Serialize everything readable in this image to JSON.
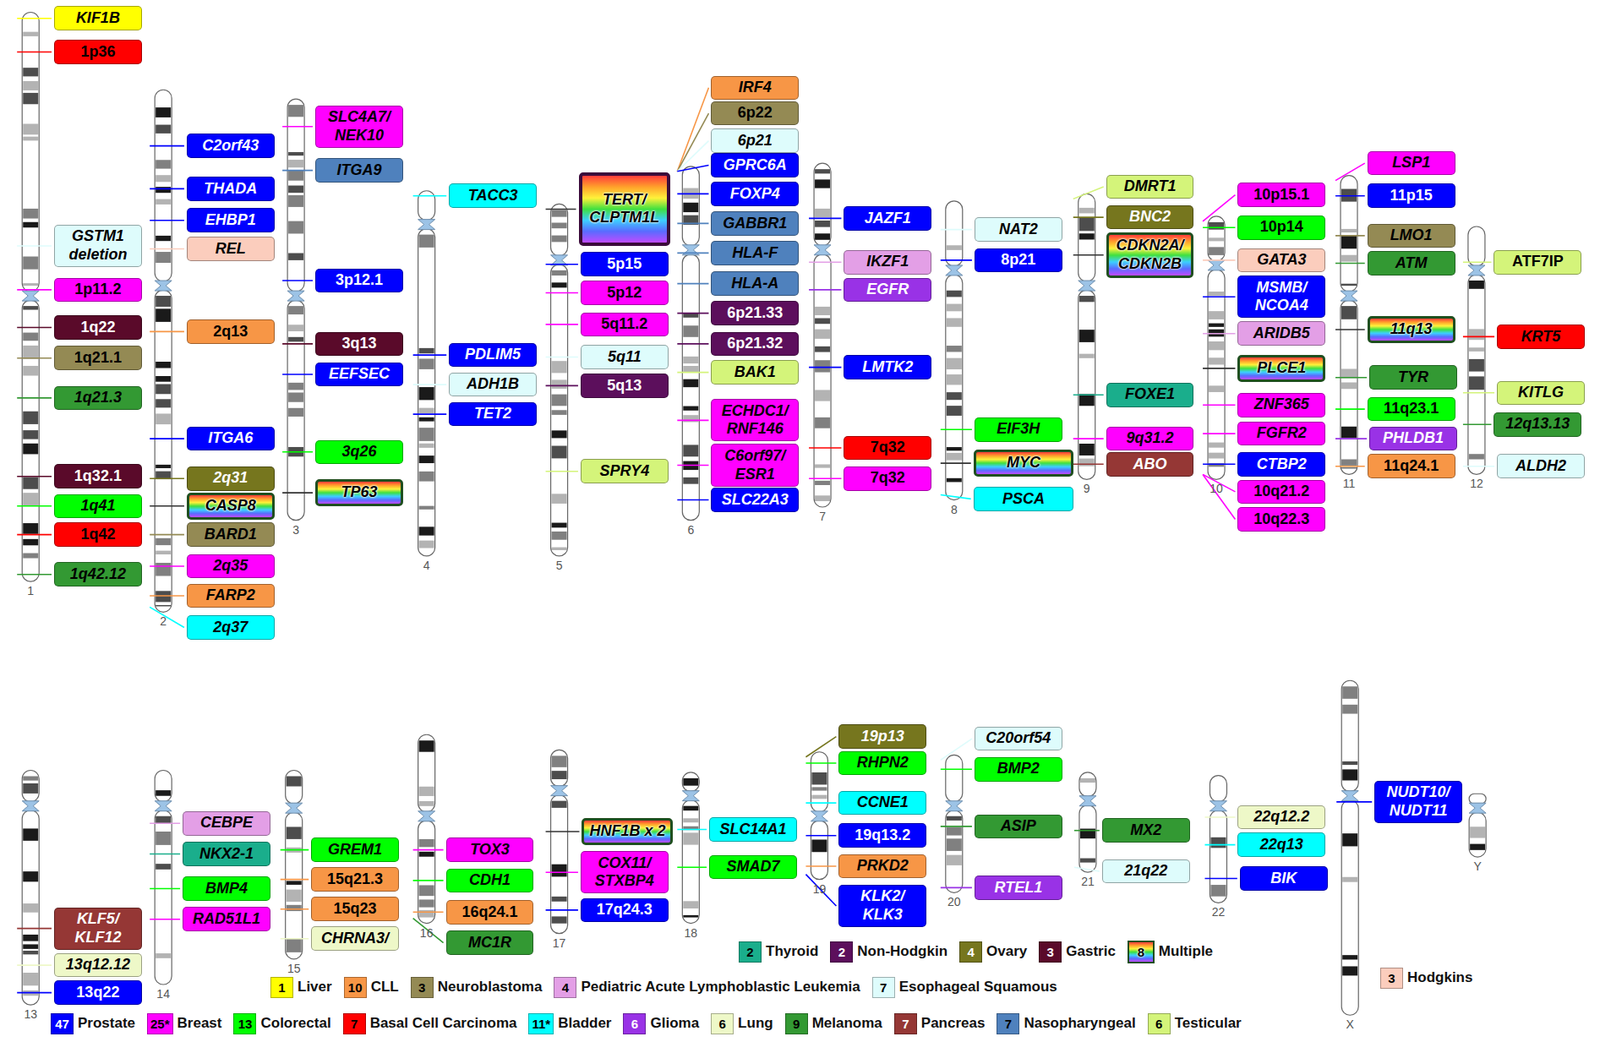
{
  "diagram": {
    "nodes": [
      {
        "text": [
          "KIF1B"
        ]
      },
      {
        "text": [
          "1p36"
        ]
      },
      {
        "text": [
          "GSTM1 deletion"
        ]
      },
      {
        "text": [
          "1p11.2"
        ]
      },
      {
        "text": [
          "1q22"
        ]
      },
      {
        "text": [
          "1q21.1"
        ]
      },
      {
        "text": [
          "1q21.3"
        ]
      },
      {
        "text": [
          "1q32.1"
        ]
      },
      {
        "text": [
          "1q41"
        ]
      },
      {
        "text": [
          "1q42"
        ]
      },
      {
        "text": [
          "1q42.12"
        ]
      },
      {
        "text": [
          "C2orf43"
        ]
      },
      {
        "text": [
          "THADA"
        ]
      },
      {
        "text": [
          "EHBP1"
        ]
      },
      {
        "text": [
          "REL"
        ]
      },
      {
        "text": [
          "2q13"
        ]
      },
      {
        "text": [
          "ITGA6"
        ]
      },
      {
        "text": [
          "2q31"
        ]
      },
      {
        "text": [
          "CASP8"
        ]
      },
      {
        "text": [
          "BARD1"
        ]
      },
      {
        "text": [
          "2q35"
        ]
      },
      {
        "text": [
          "FARP2"
        ]
      },
      {
        "text": [
          "2q37"
        ]
      },
      {
        "text": [
          "SLC4A7/ NEK10"
        ]
      },
      {
        "text": [
          "ITGA9"
        ]
      },
      {
        "text": [
          "3p12.1"
        ]
      },
      {
        "text": [
          "3q13"
        ]
      },
      {
        "text": [
          "EEFSEC"
        ]
      },
      {
        "text": [
          "3q26"
        ]
      },
      {
        "text": [
          "TP63"
        ]
      },
      {
        "text": [
          "TACC3"
        ]
      },
      {
        "text": [
          "PDLIM5"
        ]
      },
      {
        "text": [
          "ADH1B"
        ]
      },
      {
        "text": [
          "TET2"
        ]
      },
      {
        "text": [
          "TERT/ CLPTM1L"
        ]
      },
      {
        "text": [
          "5p15"
        ]
      },
      {
        "text": [
          "5p12"
        ]
      },
      {
        "text": [
          "5q11.2"
        ]
      },
      {
        "text": [
          "5q11"
        ]
      },
      {
        "text": [
          "5q13"
        ]
      },
      {
        "text": [
          "SPRY4"
        ]
      },
      {
        "text": [
          "IRF4"
        ]
      },
      {
        "text": [
          "6p22"
        ]
      },
      {
        "text": [
          "6p21"
        ]
      },
      {
        "text": [
          "GPRC6A"
        ]
      },
      {
        "text": [
          "FOXP4"
        ]
      },
      {
        "text": [
          "GABBR1"
        ]
      },
      {
        "text": [
          "HLA-F"
        ]
      },
      {
        "text": [
          "HLA-A"
        ]
      },
      {
        "text": [
          "6p21.33"
        ]
      },
      {
        "text": [
          "6p21.32"
        ]
      },
      {
        "text": [
          "BAK1"
        ]
      },
      {
        "text": [
          "ECHDC1/ RNF146"
        ]
      },
      {
        "text": [
          "C6orf97/ ESR1"
        ]
      },
      {
        "text": [
          "SLC22A3"
        ]
      },
      {
        "text": [
          "JAZF1"
        ]
      },
      {
        "text": [
          "IKZF1"
        ]
      },
      {
        "text": [
          "EGFR"
        ]
      },
      {
        "text": [
          "LMTK2"
        ]
      },
      {
        "text": [
          "7q32"
        ]
      },
      {
        "text": [
          "7q32"
        ]
      },
      {
        "text": [
          "NAT2"
        ]
      },
      {
        "text": [
          "8p21"
        ]
      },
      {
        "text": [
          "EIF3H"
        ]
      },
      {
        "text": [
          "MYC"
        ]
      },
      {
        "text": [
          "PSCA"
        ]
      },
      {
        "text": [
          "DMRT1"
        ]
      },
      {
        "text": [
          "BNC2"
        ]
      },
      {
        "text": [
          "CDKN2A/ CDKN2B"
        ]
      },
      {
        "text": [
          "FOXE1"
        ]
      },
      {
        "text": [
          "9q31.2"
        ]
      },
      {
        "text": [
          "ABO"
        ]
      },
      {
        "text": [
          "10p15.1"
        ]
      },
      {
        "text": [
          "10p14"
        ]
      },
      {
        "text": [
          "GATA3"
        ]
      },
      {
        "text": [
          "MSMB/ NCOA4"
        ]
      },
      {
        "text": [
          "ARIDB5"
        ]
      },
      {
        "text": [
          "PLCE1"
        ]
      },
      {
        "text": [
          "ZNF365"
        ]
      },
      {
        "text": [
          "FGFR2"
        ]
      },
      {
        "text": [
          "CTBP2"
        ]
      },
      {
        "text": [
          "10q21.2"
        ]
      },
      {
        "text": [
          "10q22.3"
        ]
      },
      {
        "text": [
          "LSP1"
        ]
      },
      {
        "text": [
          "11p15"
        ]
      },
      {
        "text": [
          "LMO1"
        ]
      },
      {
        "text": [
          "ATM"
        ]
      },
      {
        "text": [
          "11q13"
        ]
      },
      {
        "text": [
          "TYR"
        ]
      },
      {
        "text": [
          "11q23.1"
        ]
      },
      {
        "text": [
          "PHLDB1"
        ]
      },
      {
        "text": [
          "11q24.1"
        ]
      },
      {
        "text": [
          "ATF7IP"
        ]
      },
      {
        "text": [
          "KRT5"
        ]
      },
      {
        "text": [
          "KITLG"
        ]
      },
      {
        "text": [
          "12q13.13"
        ]
      },
      {
        "text": [
          "ALDH2"
        ]
      },
      {
        "text": [
          "KLF5/ KLF12"
        ]
      },
      {
        "text": [
          "13q12.12"
        ]
      },
      {
        "text": [
          "13q22"
        ]
      },
      {
        "text": [
          "CEBPE"
        ]
      },
      {
        "text": [
          "NKX2-1"
        ]
      },
      {
        "text": [
          "BMP4"
        ]
      },
      {
        "text": [
          "RAD51L1"
        ]
      },
      {
        "text": [
          "GREM1"
        ]
      },
      {
        "text": [
          "15q21.3"
        ]
      },
      {
        "text": [
          "15q23"
        ]
      },
      {
        "text": [
          "CHRNA3/"
        ]
      },
      {
        "text": [
          "TOX3"
        ]
      },
      {
        "text": [
          "CDH1"
        ]
      },
      {
        "text": [
          "16q24.1"
        ]
      },
      {
        "text": [
          "MC1R"
        ]
      },
      {
        "text": [
          "HNF1B x 2"
        ]
      },
      {
        "text": [
          "COX11/ STXBP4"
        ]
      },
      {
        "text": [
          "17q24.3"
        ]
      },
      {
        "text": [
          "SLC14A1"
        ]
      },
      {
        "text": [
          "SMAD7"
        ]
      },
      {
        "text": [
          "19p13"
        ]
      },
      {
        "text": [
          "RHPN2"
        ]
      },
      {
        "text": [
          "CCNE1"
        ]
      },
      {
        "text": [
          "19q13.2"
        ]
      },
      {
        "text": [
          "PRKD2"
        ]
      },
      {
        "text": [
          "KLK2/ KLK3"
        ]
      },
      {
        "text": [
          "C20orf54"
        ]
      },
      {
        "text": [
          "BMP2"
        ]
      },
      {
        "text": [
          "ASIP"
        ]
      },
      {
        "text": [
          "RTEL1"
        ]
      },
      {
        "text": [
          "MX2"
        ]
      },
      {
        "text": [
          "21q22"
        ]
      },
      {
        "text": [
          "22q12.2"
        ]
      },
      {
        "text": [
          "22q13"
        ]
      },
      {
        "text": [
          "BIK"
        ]
      },
      {
        "text": [
          "NUDT10/ NUDT11"
        ]
      }
    ],
    "labels": [
      "1",
      "2",
      "3",
      "4",
      "5",
      "6",
      "7",
      "8",
      "9",
      "10",
      "11",
      "12",
      "13",
      "14",
      "15",
      "16",
      "17",
      "18",
      "19",
      "20",
      "21",
      "22",
      "X",
      "Y",
      "2",
      "2",
      "4",
      "3",
      "8",
      "1",
      "10",
      "3",
      "4",
      "7",
      "3",
      "47",
      "25*",
      "13",
      "7",
      "11*",
      "6",
      "6",
      "9",
      "7",
      "7",
      "6"
    ],
    "legend": [
      {
        "text": "Thyroid",
        "color": "#1aae8c"
      },
      {
        "text": "Non-Hodgkin",
        "color": "#5c0f5c"
      },
      {
        "text": "Ovary",
        "color": "#76761e"
      },
      {
        "text": "Gastric",
        "color": "#5a0a2a"
      },
      {
        "text": "Multiple"
      },
      {
        "text": "Liver",
        "color": "#ffff00"
      },
      {
        "text": "CLL",
        "color": "#f79646"
      },
      {
        "text": "Neuroblastoma",
        "color": "#948a54"
      },
      {
        "text": "Pediatric Acute Lymphoblastic Leukemia",
        "color": "#e39fe6"
      },
      {
        "text": "Esophageal Squamous",
        "color": "#defcfc"
      },
      {
        "text": "Hodgkins",
        "color": "#fbcdbd"
      },
      {
        "text": "Prostate",
        "color": "#0000ff"
      },
      {
        "text": "Breast",
        "color": "#ff00ff"
      },
      {
        "text": "Colorectal",
        "color": "#00ff00"
      },
      {
        "text": "Basal Cell Carcinoma",
        "color": "#ff0000"
      },
      {
        "text": "Bladder",
        "color": "#00ffff"
      },
      {
        "text": "Glioma",
        "color": "#9932e6"
      },
      {
        "text": "Lung",
        "color": "#eef8c8"
      },
      {
        "text": "Melanoma",
        "color": "#339933"
      },
      {
        "text": "Pancreas",
        "color": "#953735"
      },
      {
        "text": "Nasopharyngeal",
        "color": "#4f81bd"
      },
      {
        "text": "Testicular",
        "color": "#d4f47a"
      }
    ]
  }
}
